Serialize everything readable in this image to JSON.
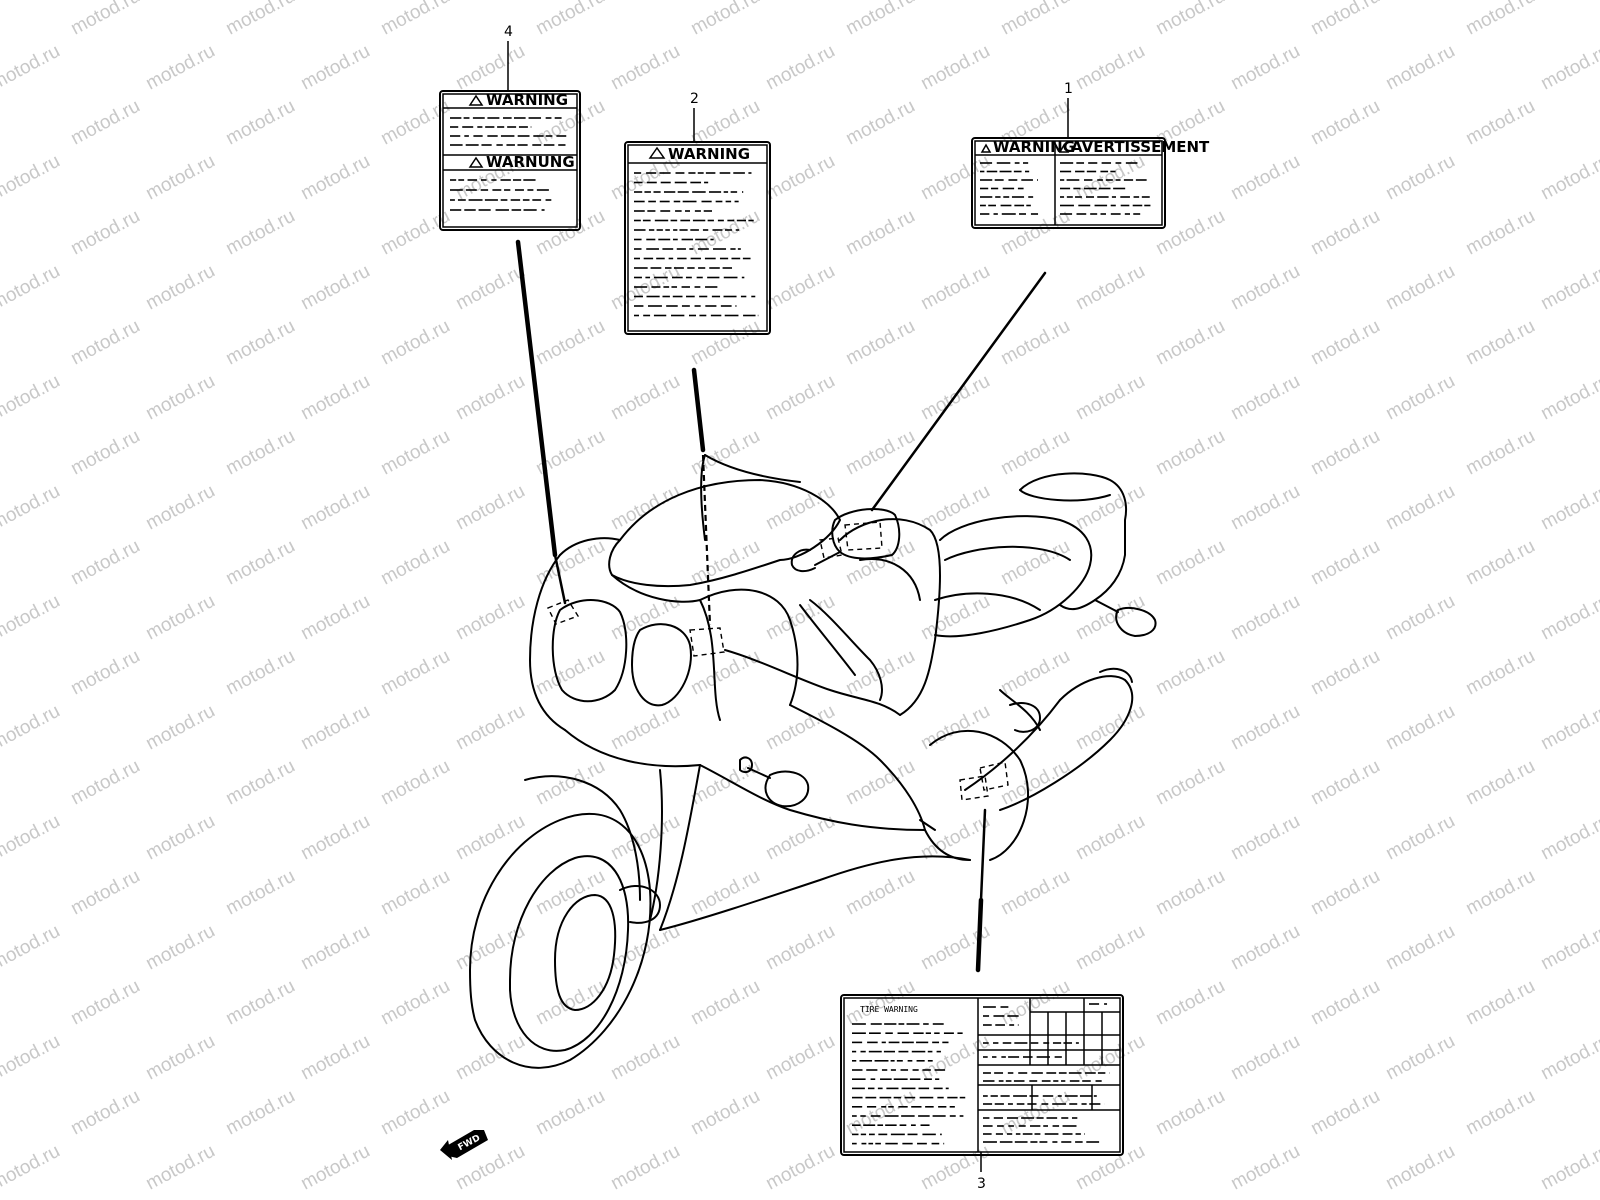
{
  "watermark": "motod.ru",
  "callouts": {
    "c1": "1",
    "c2": "2",
    "c3": "3",
    "c4": "4"
  },
  "labels": {
    "label1_left": "WARNING",
    "label1_right": "AVERTISSEMENT",
    "label2_title": "WARNING",
    "label3_title": "TIRE WARNING",
    "label4_top": "WARNING",
    "label4_bottom": "WARNUNG"
  },
  "direction_badge": "FWD"
}
